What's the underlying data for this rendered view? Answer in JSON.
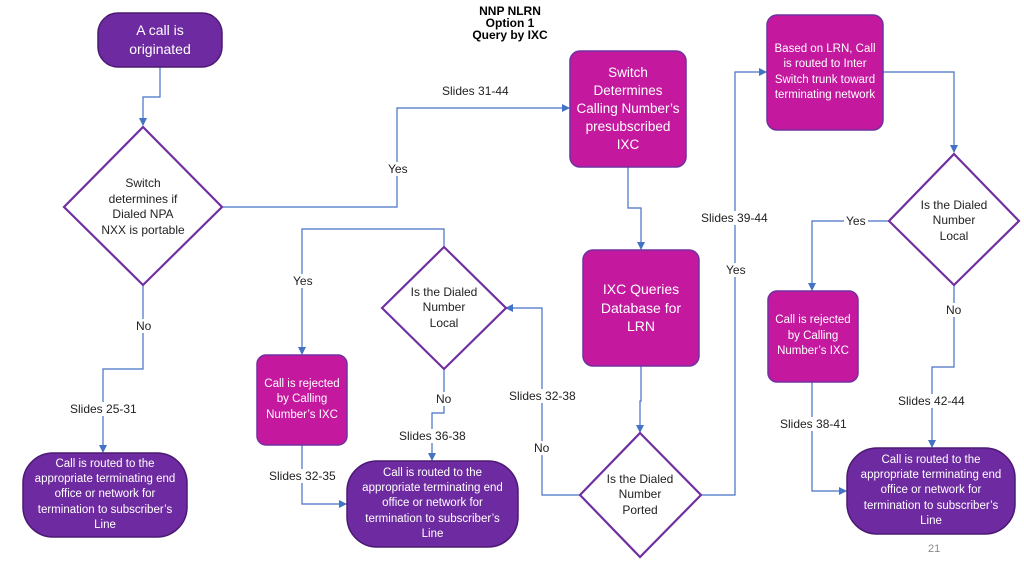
{
  "title": {
    "line1": "NNP NLRN",
    "line2": "Option 1",
    "line3": "Query by IXC"
  },
  "nodes": {
    "call_originated": "A call is originated",
    "switch_determines_portable": "Switch determines if Dialed NPA NXX is portable",
    "switch_determines_ixc": "Switch Determines Calling Number’s presubscribed IXC",
    "ixc_queries_db": "IXC Queries Database for LRN",
    "is_dialed_ported": "Is the Dialed Number Ported",
    "based_on_lrn": "Based on LRN, Call is routed to Inter Switch trunk toward terminating network",
    "is_dialed_local_right": "Is the Dialed Number Local",
    "is_dialed_local_mid": "Is the Dialed Number Local",
    "rejected_mid": "Call is rejected by Calling Number’s IXC",
    "rejected_right": "Call is rejected by Calling Number’s IXC",
    "routed_left": "Call is routed to the appropriate terminating end office or network for termination to subscriber’s Line",
    "routed_mid": "Call is routed to the appropriate terminating end office or network for termination to subscriber’s Line",
    "routed_right": "Call is routed to the appropriate terminating end office or network for termination to subscriber’s Line"
  },
  "edge_labels": {
    "slides_31_44": "Slides 31-44",
    "yes_portable": "Yes",
    "no_portable": "No",
    "slides_25_31": "Slides 25-31",
    "yes_mid_local": "Yes",
    "no_mid_local": "No",
    "slides_36_38": "Slides 36-38",
    "slides_32_35": "Slides 32-35",
    "slides_32_38": "Slides 32-38",
    "no_ported": "No",
    "slides_39_44": "Slides 39-44",
    "yes_ported": "Yes",
    "yes_right_local": "Yes",
    "no_right_local": "No",
    "slides_38_41": "Slides 38-41",
    "slides_42_44": "Slides 42-44"
  },
  "page_number": "21",
  "colors": {
    "purple_dark": "#6e2aa0",
    "magenta": "#c4189f",
    "diamond_stroke": "#7030a0",
    "connector": "#4472c4"
  }
}
